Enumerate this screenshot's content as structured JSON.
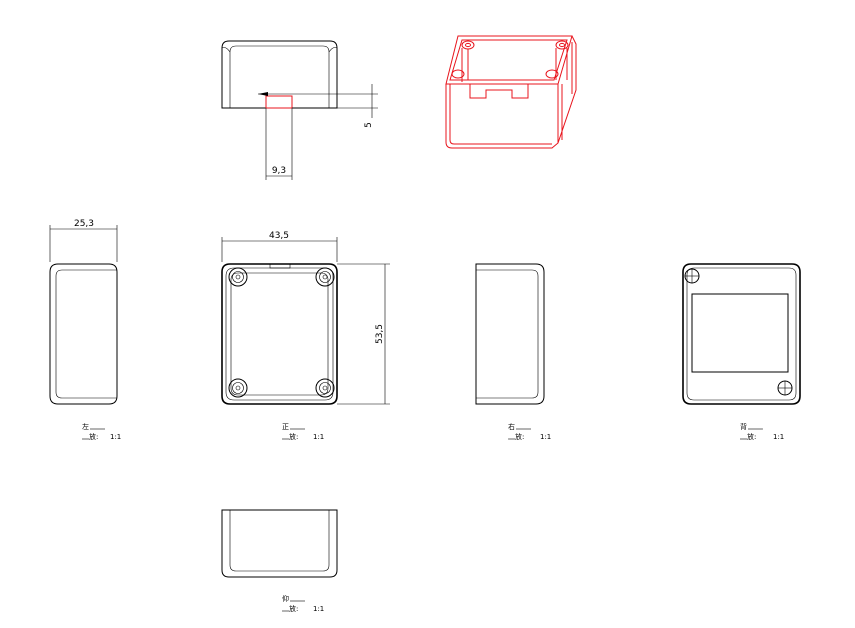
{
  "dimensions": {
    "top_depth": "5",
    "top_width": "9,3",
    "left_width": "25,3",
    "front_width": "43,5",
    "front_height": "53,5"
  },
  "views": {
    "left": {
      "name": "左",
      "scale_label": "放:",
      "scale_value": "1:1"
    },
    "front": {
      "name": "正",
      "scale_label": "放:",
      "scale_value": "1:1"
    },
    "right": {
      "name": "右",
      "scale_label": "放:",
      "scale_value": "1:1"
    },
    "back": {
      "name": "背",
      "scale_label": "放:",
      "scale_value": "1:1"
    },
    "bottom": {
      "name": "仰",
      "scale_label": "放:",
      "scale_value": "1:1"
    }
  },
  "colors": {
    "line": "#000000",
    "iso": "#e8141c"
  }
}
